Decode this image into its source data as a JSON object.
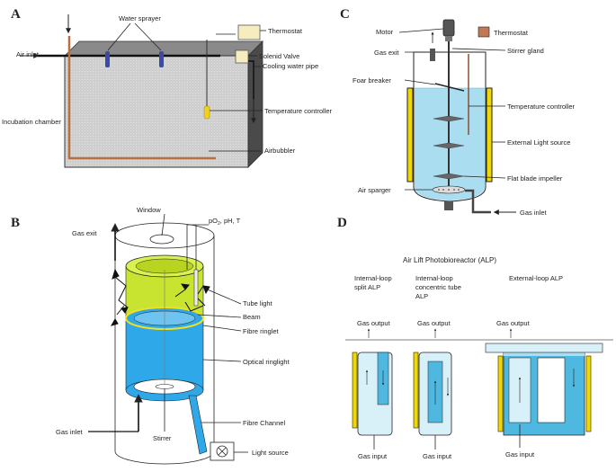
{
  "panels": {
    "a": {
      "letter": "A",
      "labels": {
        "water_sprayer": "Water sprayer",
        "thermostat": "Thermostat",
        "solenoid_valve": "Solenid Valve",
        "cooling_pipe": "Cooling water pipe",
        "air_inlet": "Air inlet",
        "temperature_controller": "Temperature controller",
        "incubation_chamber": "Incubation chamber",
        "airbubbler": "Airbubbler"
      }
    },
    "b": {
      "letter": "B",
      "labels": {
        "window": "Window",
        "gas_exit": "Gas exit",
        "sensor_prefix": "pO",
        "sensor_sub": "2",
        "sensor_suffix": ", pH, T",
        "tube_light": "Tube light",
        "beam": "Beam",
        "fibre_ringlet": "Fibre ringlet",
        "optical_ringlight": "Optical ringlight",
        "gas_inlet": "Gas inlet",
        "fibre_channel": "Fibre Channel",
        "stirrer": "Stirrer",
        "light_source": "Light source"
      }
    },
    "c": {
      "letter": "C",
      "labels": {
        "motor": "Motor",
        "thermostat": "Thermostat",
        "gas_exit": "Gas exit",
        "stirrer_gland": "Stirrer gland",
        "foam_breaker": "Foar breaker",
        "temperature_controller": "Temperature controller",
        "external_light": "External Light source",
        "flat_blade_impeller": "Flat blade impeller",
        "air_sparger": "Air sparger",
        "gas_inlet": "Gas inlet"
      }
    },
    "d": {
      "letter": "D",
      "title": "Air Lift Photobioreactor (ALP)",
      "types": {
        "split_line1": "Internal-loop",
        "split_line2": "split ALP",
        "concentric_line1": "Internal-loop",
        "concentric_line2": "concentric tube",
        "concentric_line3": "ALP",
        "external": "External-loop ALP"
      },
      "labels": {
        "gas_output": "Gas output",
        "gas_input": "Gas input"
      }
    }
  },
  "colors": {
    "water": "#b3e2f0",
    "chamber": "#cfcfcf",
    "chamber_dark": "#5a5a5a",
    "green_cyl": "#c8e430",
    "blue_cyl": "#2ea8e8",
    "yellow_light": "#f0d800",
    "brown_pipe": "#b87040",
    "sprayer": "#3b4aa8",
    "tank_blue": "#a9ddef",
    "outline": "#222222"
  }
}
